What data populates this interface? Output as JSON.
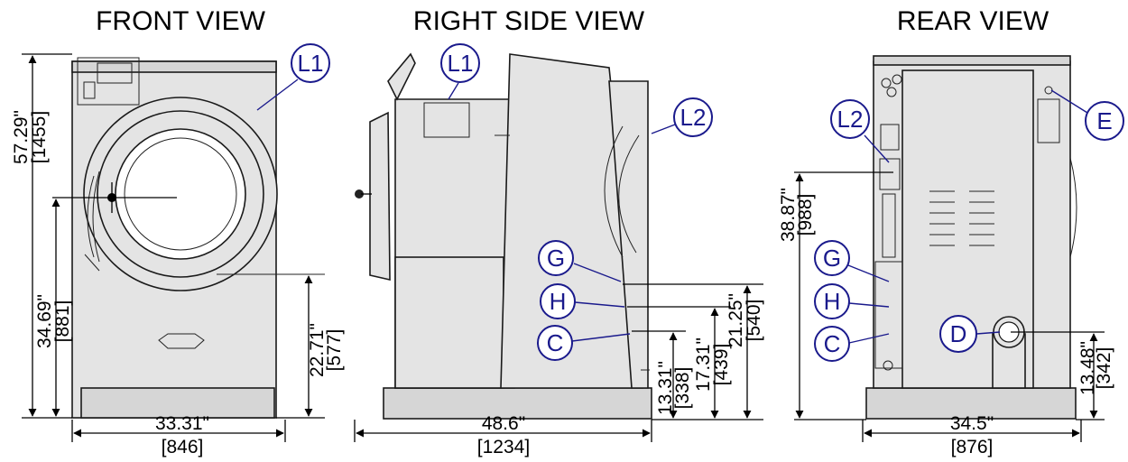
{
  "views": {
    "front": {
      "title": "FRONT VIEW"
    },
    "side": {
      "title": "RIGHT SIDE VIEW"
    },
    "rear": {
      "title": "REAR  VIEW"
    }
  },
  "callouts": {
    "front_l1": "L1",
    "side_l1": "L1",
    "side_l2": "L2",
    "side_g": "G",
    "side_h": "H",
    "side_c": "C",
    "rear_l2": "L2",
    "rear_e": "E",
    "rear_g": "G",
    "rear_h": "H",
    "rear_c": "C",
    "rear_d": "D"
  },
  "dimensions": {
    "front_height": {
      "in": "57.29\"",
      "mm": "[1455]"
    },
    "front_door_center": {
      "in": "34.69\"",
      "mm": "[881]"
    },
    "front_door_bottom": {
      "in": "22.71\"",
      "mm": "[577]"
    },
    "front_width": {
      "in": "33.31\"",
      "mm": "[846]"
    },
    "side_g": {
      "in": "21.25\"",
      "mm": "[540]"
    },
    "side_h": {
      "in": "17.31\"",
      "mm": "[439]"
    },
    "side_c": {
      "in": "13.31\"",
      "mm": "[338]"
    },
    "side_depth": {
      "in": "48.6\"",
      "mm": "[1234]"
    },
    "rear_l2": {
      "in": "38.87\"",
      "mm": "[988]"
    },
    "rear_d": {
      "in": "13.48\"",
      "mm": "[342]"
    },
    "rear_width": {
      "in": "34.5\"",
      "mm": "[876]"
    }
  },
  "colors": {
    "callout": "#1a1a8c",
    "machine_fill": "#e4e4e4"
  }
}
